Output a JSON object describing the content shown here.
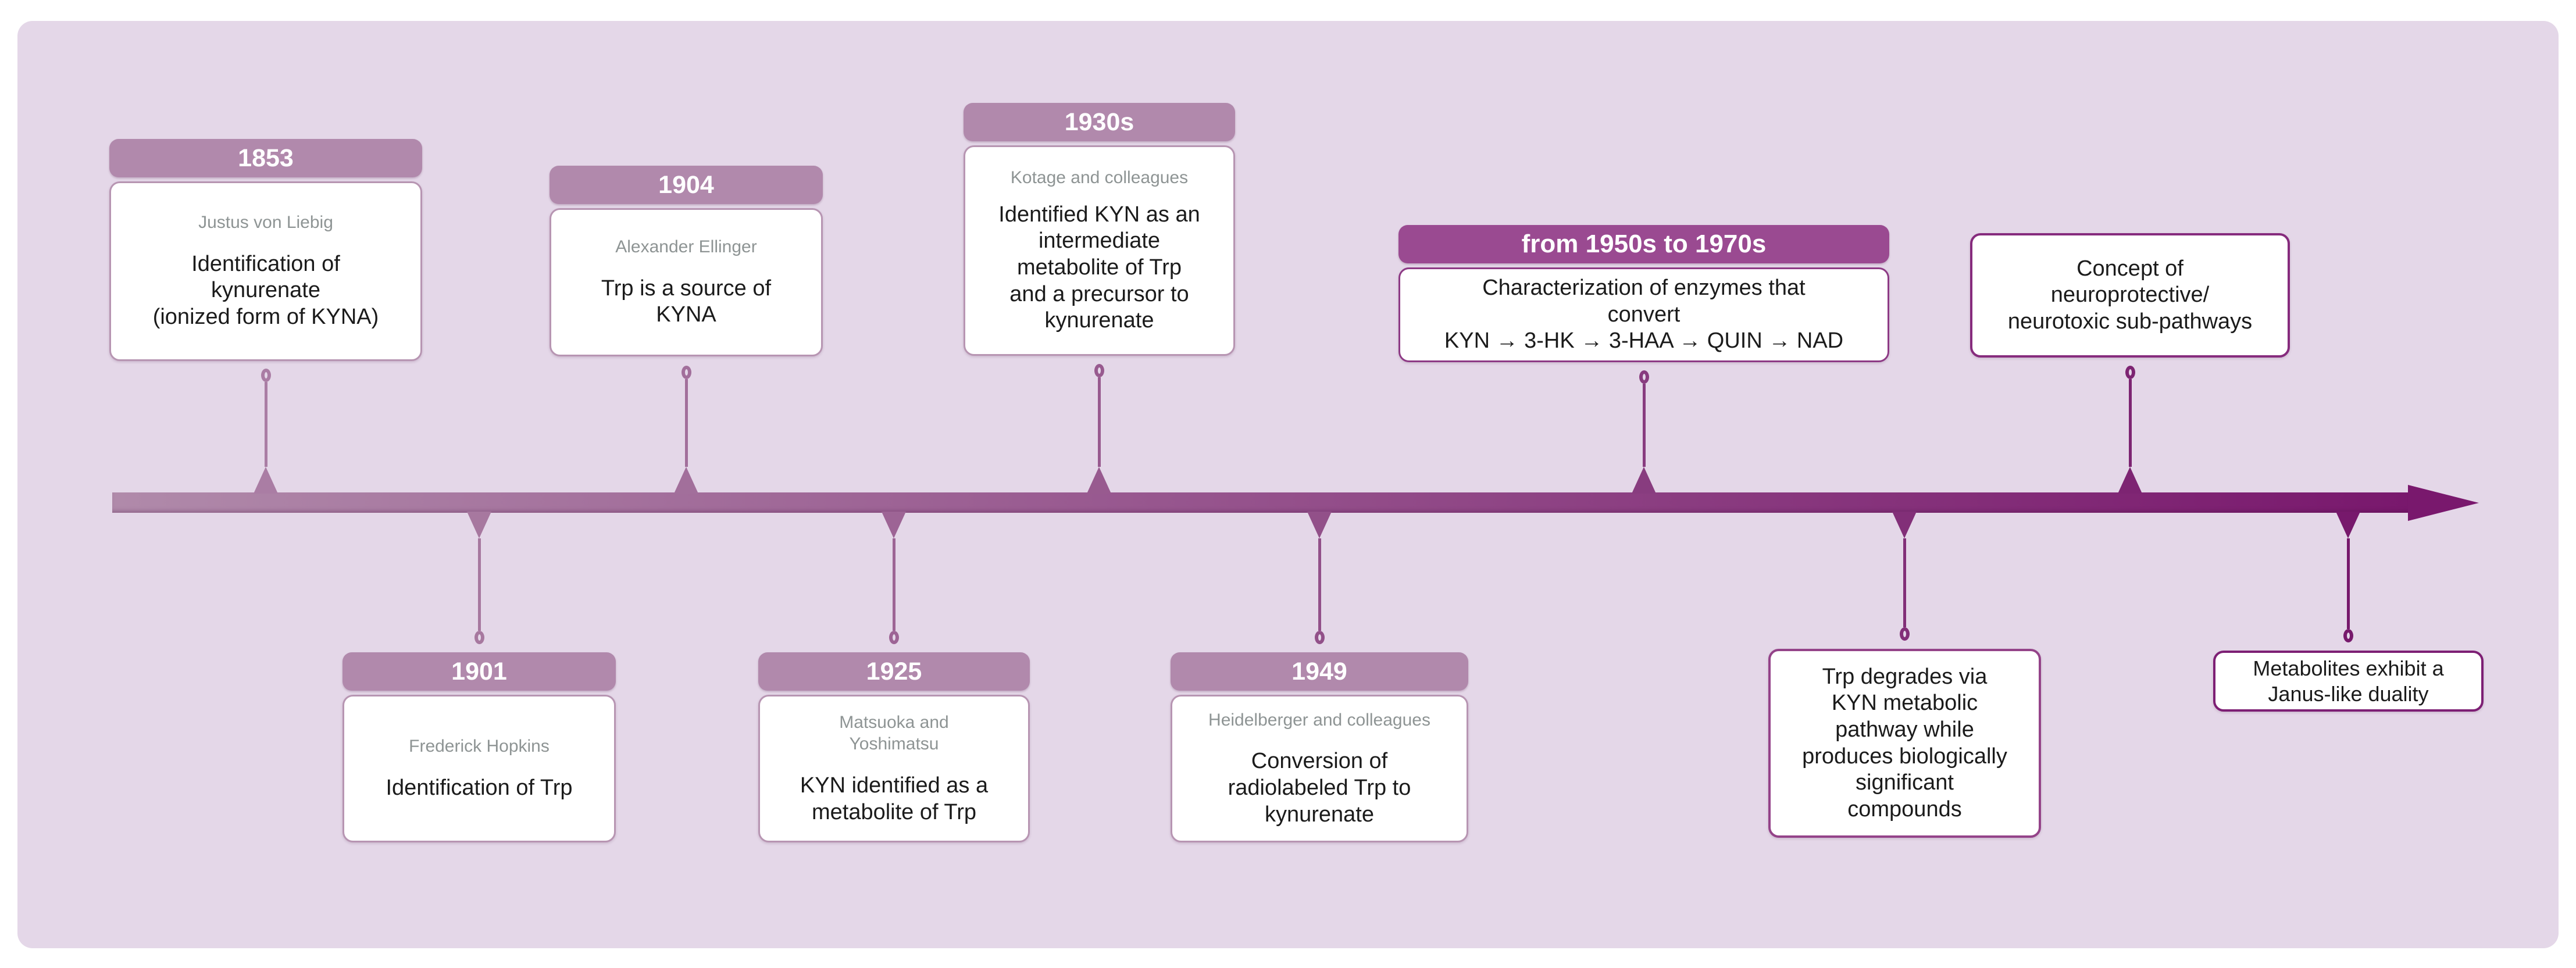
{
  "palette": {
    "canvas_bg": "#ffffff",
    "panel_bg": "#e4d7e8",
    "bar_gradient_start": "#b08aaa",
    "bar_gradient_end": "#79186d",
    "year_badge_bg": "#b189ac",
    "range_badge_bg": "#9a4a91",
    "card_bg": "#ffffff",
    "badge_text": "#ffffff",
    "person_text": "#8e9494",
    "description_text": "#1b1b1b"
  },
  "events": [
    {
      "period": "1853",
      "person": "Justus von Liebig",
      "description": "Identification of\nkynurenate\n(ionized form of KYNA)",
      "side": "above",
      "header_color": "#b189ac",
      "border": "#b795b2",
      "accent": "#aa7da4"
    },
    {
      "period": "1901",
      "person": "Frederick Hopkins",
      "description": "Identification of Trp",
      "side": "below",
      "header_color": "#b189ac",
      "border": "#b795b2",
      "accent": "#a7789f"
    },
    {
      "period": "1904",
      "person": "Alexander Ellinger",
      "description": "Trp is a source of\nKYNA",
      "side": "above",
      "header_color": "#b189ac",
      "border": "#b795b2",
      "accent": "#a26f9b"
    },
    {
      "period": "1925",
      "person": "Matsuoka and\nYoshimatsu",
      "description": "KYN identified as a\nmetabolite of Trp",
      "side": "below",
      "header_color": "#b189ac",
      "border": "#b795b2",
      "accent": "#9d6495"
    },
    {
      "period": "1930s",
      "person": "Kotage and colleagues",
      "description": "Identified KYN as an\nintermediate\nmetabolite of Trp\nand a precursor to\nkynurenate",
      "side": "above",
      "header_color": "#b189ac",
      "border": "#b795b2",
      "accent": "#985a8f"
    },
    {
      "period": "1949",
      "person": "Heidelberger and colleagues",
      "description": "Conversion of\nradiolabeled Trp to\nkynurenate",
      "side": "below",
      "header_color": "#b189ac",
      "border": "#b795b2",
      "accent": "#925089"
    },
    {
      "period": "from 1950s to 1970s",
      "description": "Characterization of enzymes that\nconvert\nKYN → 3-HK → 3-HAA → QUIN → NAD",
      "side": "above",
      "header_color": "#9a4a91",
      "border": "#8d3a85",
      "accent": "#883c7f"
    },
    {
      "description": "Trp degrades via\nKYN metabolic\npathway while\nproduces biologically\nsignificant\ncompounds",
      "side": "below",
      "border": "#944389",
      "accent": "#822f78"
    },
    {
      "description": "Concept of\nneuroprotective/\nneurotoxic sub-pathways",
      "side": "above",
      "border": "#862b7d",
      "accent": "#7d2472"
    },
    {
      "description": "Metabolites exhibit a\nJanus-like duality",
      "side": "below",
      "border": "#7d1f74",
      "accent": "#77196c"
    }
  ]
}
